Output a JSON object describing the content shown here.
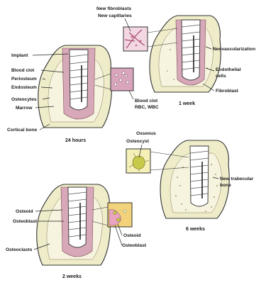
{
  "stages": {
    "h24": {
      "caption": "24 hours",
      "labels": [
        "Implant",
        "Blood clot",
        "Periosteum",
        "Endosteum",
        "Osteocytes",
        "Marrow",
        "Cortical bone"
      ],
      "inset_labels": [
        "Blood clot",
        "RBC, WBC"
      ]
    },
    "w1": {
      "caption": "1 week",
      "labels": [
        "Neovascularization",
        "Endothelial",
        "cells",
        "Fibroblast"
      ],
      "inset_labels": [
        "New fibroblasts",
        "New capillaries"
      ]
    },
    "w2": {
      "caption": "2 weeks",
      "labels": [
        "Osteoid",
        "Osteoblast",
        "Osteoclasts"
      ],
      "inset_labels": [
        "Osteoid",
        "Osteoblast"
      ]
    },
    "w6": {
      "caption": "6 weeks",
      "labels": [
        "New trabecular",
        "bone"
      ],
      "inset_labels": [
        "Osseous",
        "Osteocyst"
      ]
    }
  },
  "colors": {
    "bone": "#efecc9",
    "clot": "#d7a8b7",
    "inset_clot": "#d9a5bd",
    "inset_fibro": "#f3d8e4",
    "inset_osteoid": "#f2d27a",
    "inset_osseous": "#f4f0b8"
  }
}
